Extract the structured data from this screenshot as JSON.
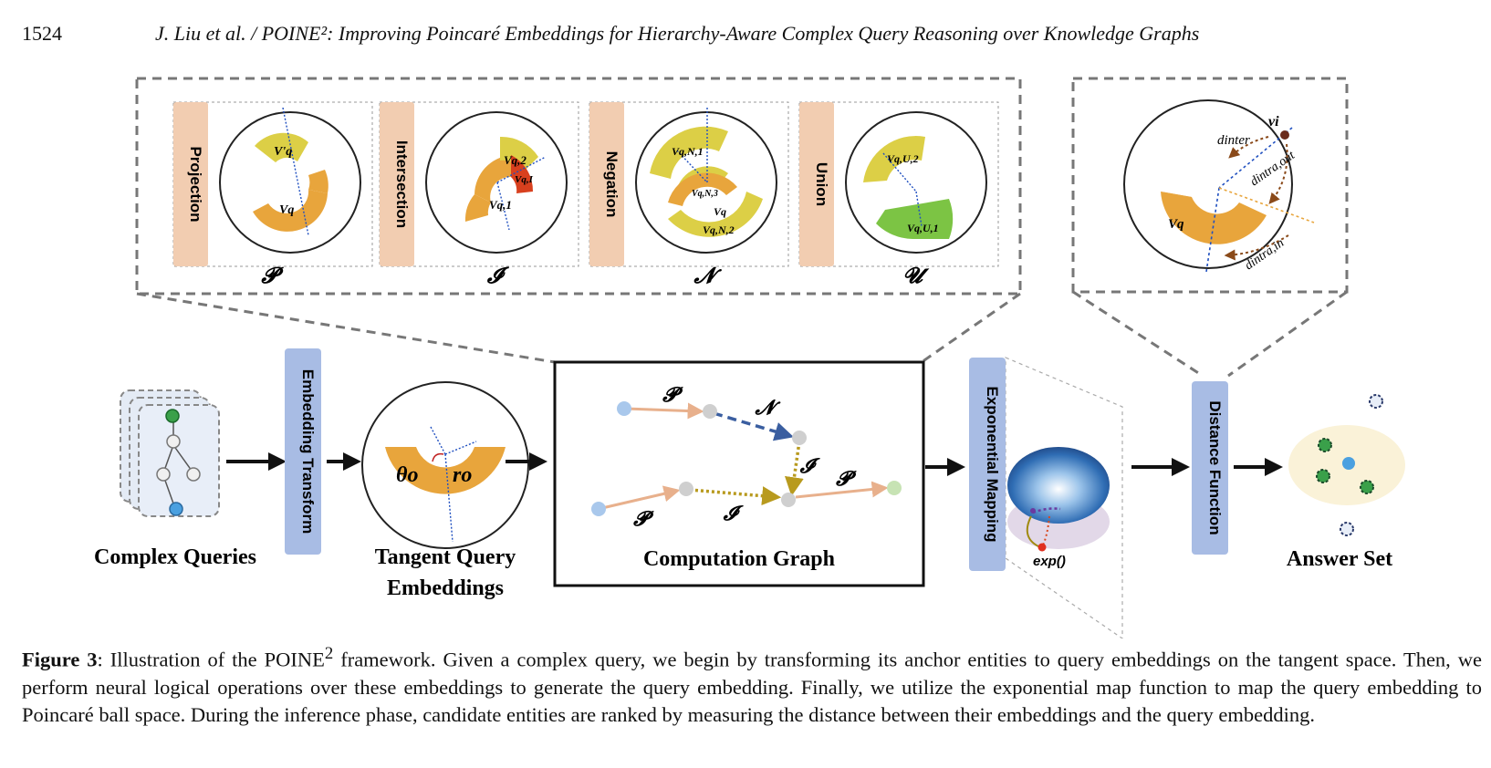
{
  "header": {
    "page_number": "1524",
    "running_title": "J. Liu et al. / POINE²: Improving Poincaré Embeddings for Hierarchy-Aware Complex Query Reasoning over Knowledge Graphs"
  },
  "figure": {
    "operators": [
      {
        "name": "Projection",
        "symbol": "𝓟",
        "labels": [
          "V'q",
          "Vq"
        ]
      },
      {
        "name": "Intersection",
        "symbol": "𝓘",
        "labels": [
          "Vq,2",
          "Vq,I",
          "Vq,1"
        ]
      },
      {
        "name": "Negation",
        "symbol": "𝓝",
        "labels": [
          "Vq,N,1",
          "Vq,N,3",
          "Vq",
          "Vq,N,2"
        ]
      },
      {
        "name": "Union",
        "symbol": "𝓤",
        "labels": [
          "Vq,U,2",
          "Vq,U,1"
        ]
      }
    ],
    "distance_labels": [
      "vi",
      "dinter",
      "dintra,out",
      "dintra,in",
      "Vq"
    ],
    "embedding_transform_label": "Embedding Transform",
    "exponential_mapping_label": "Exponential Mapping",
    "distance_function_label": "Distance Function",
    "complex_queries_label": "Complex Queries",
    "tangent_label_line1": "Tangent Query",
    "tangent_label_line2": "Embeddings",
    "computation_graph_label": "Computation Graph",
    "answer_set_label": "Answer Set",
    "tangent_angle_label": "θo",
    "tangent_radius_label": "ro",
    "exp_label": "exp()",
    "graph_symbols": [
      "𝓟",
      "𝓝",
      "𝓘",
      "𝓟",
      "𝓟",
      "𝓘"
    ]
  },
  "caption": {
    "label": "Figure 3",
    "lead": ": Illustration of the ",
    "framework": "POINE",
    "superscript": "2",
    "text": " framework. Given a complex query, we begin by transforming its anchor entities to query embeddings on the tangent space. Then, we perform neural logical operations over these embeddings to generate the query embedding. Finally, we utilize the exponential map function to map the query embedding to Poincaré ball space. During the inference phase, candidate entities are ranked by measuring the distance between their embeddings and the query embedding."
  },
  "colors": {
    "orange": "#e8a53c",
    "yellow": "#dccf46",
    "red": "#d8401e",
    "green": "#7cc444",
    "peach_label": "#f2cdb1",
    "blue_label": "#a8bce4",
    "node_blue": "#a9c8ec",
    "node_gray": "#cfcfcf",
    "node_green": "#c7e3b4",
    "arrow_peach": "#e8b08c",
    "arrow_blue": "#3a5ea0",
    "arrow_olive": "#b89a1e"
  }
}
